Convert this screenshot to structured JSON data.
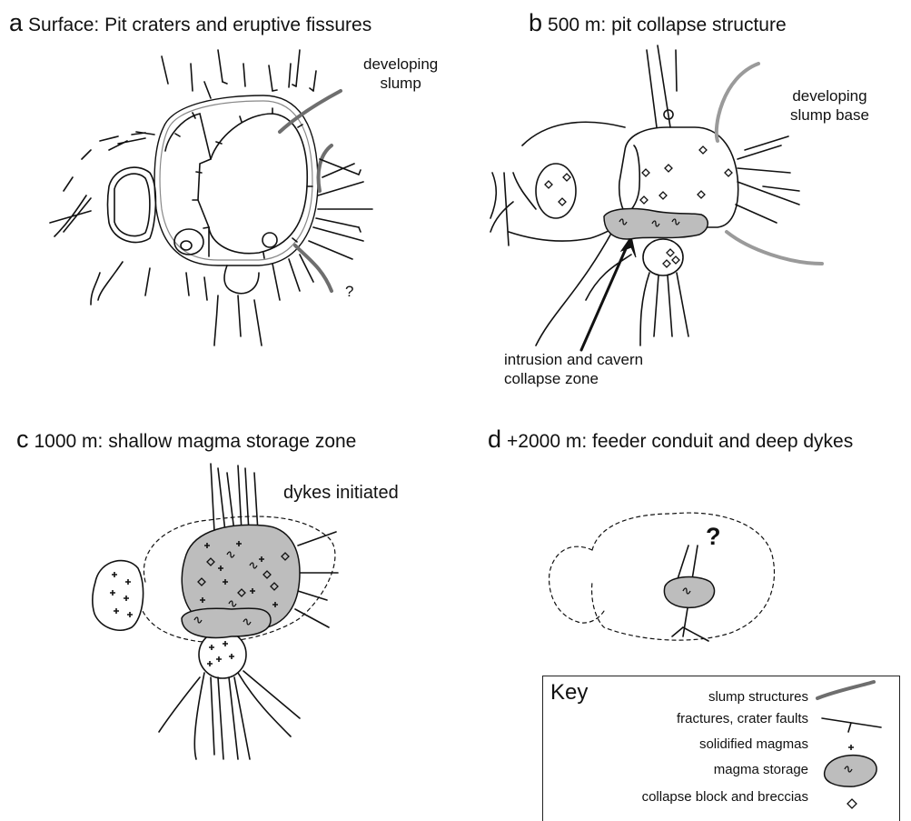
{
  "panels": {
    "a": {
      "letter": "a",
      "title": "Surface: Pit craters and eruptive fissures",
      "labels": {
        "slump_line1": "developing",
        "slump_line2": "slump",
        "question": "?"
      }
    },
    "b": {
      "letter": "b",
      "title": "500 m: pit collapse structure",
      "labels": {
        "slump_line1": "developing",
        "slump_line2": "slump base",
        "intrusion_line1": "intrusion and cavern",
        "intrusion_line2": "collapse zone"
      }
    },
    "c": {
      "letter": "c",
      "title": "1000 m: shallow magma storage zone",
      "labels": {
        "dykes": "dykes initiated"
      }
    },
    "d": {
      "letter": "d",
      "title": "+2000 m: feeder conduit and deep dykes",
      "labels": {
        "question": "?"
      }
    }
  },
  "key": {
    "title": "Key",
    "items": [
      {
        "label": "slump structures",
        "symbol": "slump-symbol"
      },
      {
        "label": "fractures, crater faults",
        "symbol": "fault-symbol"
      },
      {
        "label": "solidified magmas",
        "symbol": "plus-symbol"
      },
      {
        "label": "magma storage",
        "symbol": "magma-blob-symbol"
      },
      {
        "label": "collapse block and breccias",
        "symbol": "diamond-symbol"
      }
    ]
  },
  "colors": {
    "ink": "#111111",
    "slump": "#6e6e6e",
    "slump_light": "#9a9a9a",
    "magma": "#bdbdbd",
    "background": "#ffffff"
  }
}
